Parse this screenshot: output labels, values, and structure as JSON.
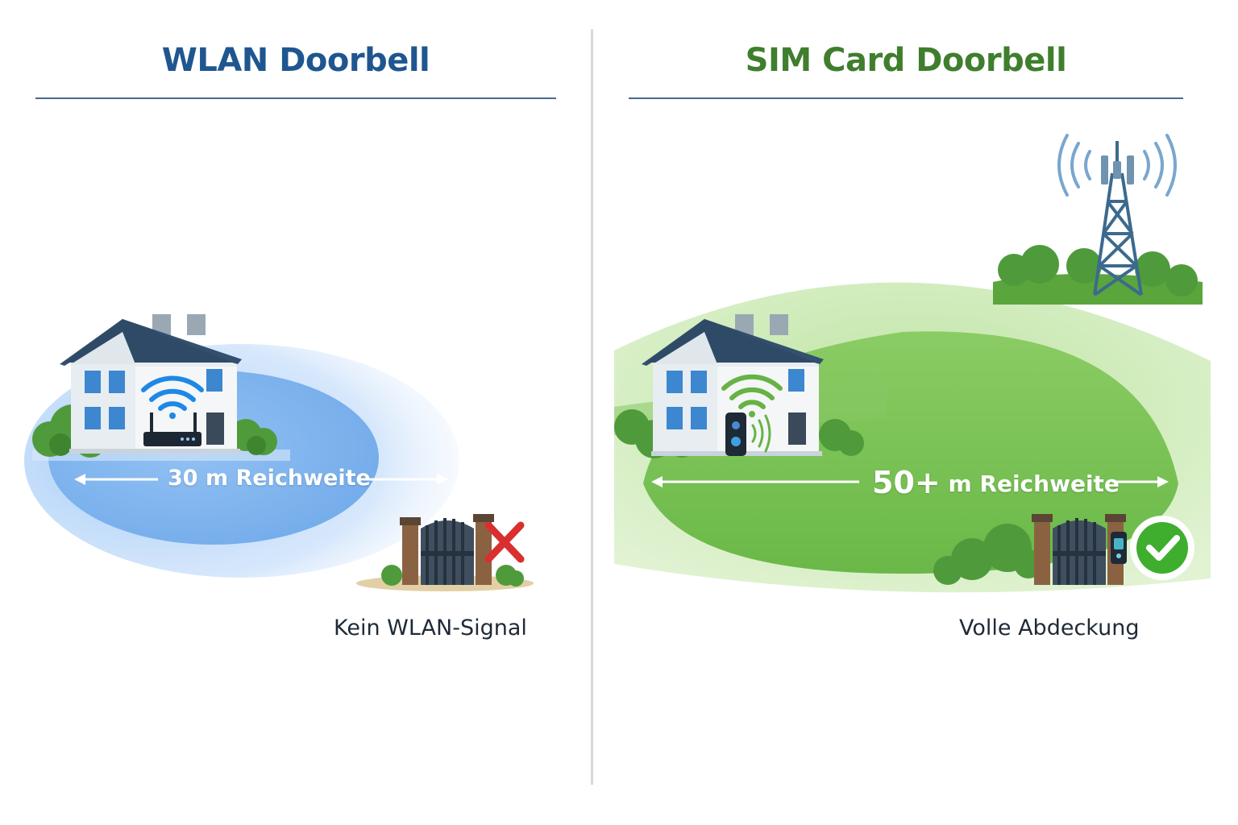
{
  "left": {
    "title": "WLAN Doorbell",
    "range_value": "30",
    "range_unit": "m Reichweite",
    "status": "Kein WLAN-Signal",
    "status_icon": "red-x-icon",
    "coverage_color": "#6aa9ee"
  },
  "right": {
    "title": "SIM Card Doorbell",
    "range_value": "50+",
    "range_unit": "m Reichweite",
    "status": "Volle Abdeckung",
    "status_icon": "green-checkmark-icon",
    "coverage_color": "#7cc95a"
  },
  "colors": {
    "wlan_title": "#1f5690",
    "sim_title": "#3f7e2d",
    "error_red": "#d92f2f",
    "success_green": "#3fae2f"
  }
}
